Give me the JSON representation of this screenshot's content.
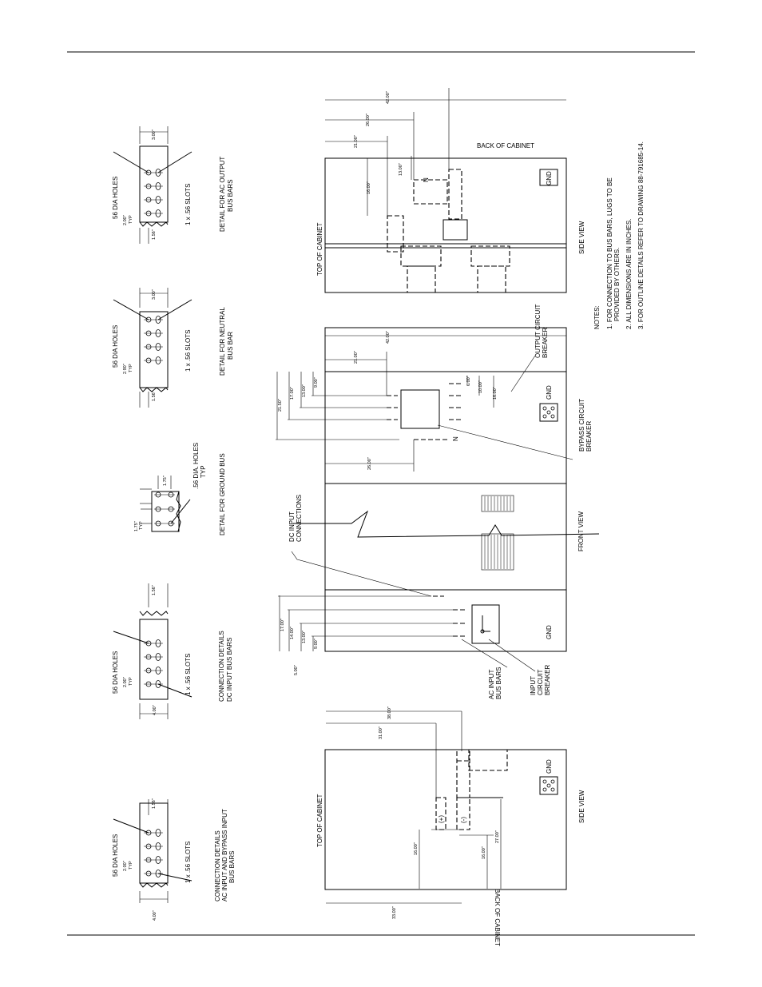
{
  "rules": {},
  "left_details": {
    "d1": {
      "holes": "56 DIA HOLES",
      "typ": "2.00\"\nTYP",
      "width": "4.00\"",
      "gap": "1.56\"",
      "slots": "1 x .56 SLOTS",
      "caption": [
        "CONNECTION DETAILS",
        "AC INPUT AND BYPASS INPUT",
        "BUS BARS"
      ]
    },
    "d2": {
      "holes": "56 DIA HOLES",
      "typ": "2.00\"\nTYP",
      "width": "4.00\"",
      "gap": "1.56\"",
      "slots": "1 x .56 SLOTS",
      "caption": [
        "CONNECTION DETAILS",
        "DC INPUT BUS BARS"
      ]
    },
    "d3": {
      "holes": ".56 DIA. HOLES",
      "typ": "TYP",
      "w1": "1.75\"",
      "w2": "1.75\"\nTYP",
      "caption": [
        "DETAIL FOR GROUND BUS"
      ]
    },
    "d4": {
      "holes": "56 DIA HOLES",
      "typ": "2.00\"\nTYP",
      "width": "1.56\"",
      "gap": "3.00\"",
      "slots": "1 x .56 SLOTS",
      "caption": [
        "DETAIL FOR NEUTRAL",
        "BUS BAR"
      ]
    },
    "d5": {
      "holes": "56 DIA HOLES",
      "typ": "2.00\"\nTYP",
      "width": "1.56\"",
      "gap": "3.00\"",
      "slots": "1 x .56 SLOTS",
      "caption": [
        "DETAIL FOR AC OUTPUT",
        "BUS BARS"
      ]
    }
  },
  "side_view_left": {
    "top": "TOP OF CABINET",
    "back": "BACK OF CABINET",
    "gnd": "GND",
    "view": "SIDE VIEW",
    "plus": "(+)",
    "minus": "(-)",
    "dims": {
      "d38": "38.00\"",
      "d31": "31.00\"",
      "d33": "33.00\"",
      "d16a": "16.00\"",
      "d16b": "16.00\"",
      "d27": "27.00\""
    }
  },
  "front_view": {
    "view": "FRONT VIEW",
    "dc_input": "DC INPUT\nCONNECTIONS",
    "ac_input": "AC INPUT\nBUS BARS",
    "input_breaker": "INPUT\nCIRCUIT\nBREAKER",
    "bypass_breaker": "BYPASS CIRCUIT\nBREAKER",
    "output_breaker": "OUTPUT CIRCUIT\nBREAKER",
    "gnd1": "GND",
    "gnd2": "GND",
    "n": "N",
    "dims": {
      "d17": "17.00\"",
      "d14": "14.00\"",
      "d13": "13.00\"",
      "d9": "9.00\"",
      "d5": "5.00\"",
      "d42": "42.00\"",
      "d21": "21.00\"",
      "d215": "21.50\"",
      "d17b": "17.00\"",
      "d13b": "13.00\"",
      "d9b": "9.00\"",
      "d26": "26.00\"",
      "d6": "6.00\"",
      "d10": "10.00\"",
      "d16": "16.00\""
    }
  },
  "side_view_right": {
    "top": "TOP OF CABINET",
    "back": "BACK OF CABINET",
    "gnd": "GND",
    "view": "SIDE VIEW",
    "n": "N",
    "dims": {
      "d42": "42.00\"",
      "d26": "26.00\"",
      "d21": "21.00\"",
      "d16": "16.00\"",
      "d13": "13.00\""
    }
  },
  "notes": {
    "heading": "NOTES:",
    "n1a": "1. FOR CONNECTION TO BUS BARS, LUGS TO BE",
    "n1b": "PROVIDED BY OTHERS.",
    "n2": "2. ALL DIMENSIONS ARE IN INCHES.",
    "n3": "3. FOR OUTLINE DETAILS REFER TO DRAWING 88-791685-14."
  }
}
